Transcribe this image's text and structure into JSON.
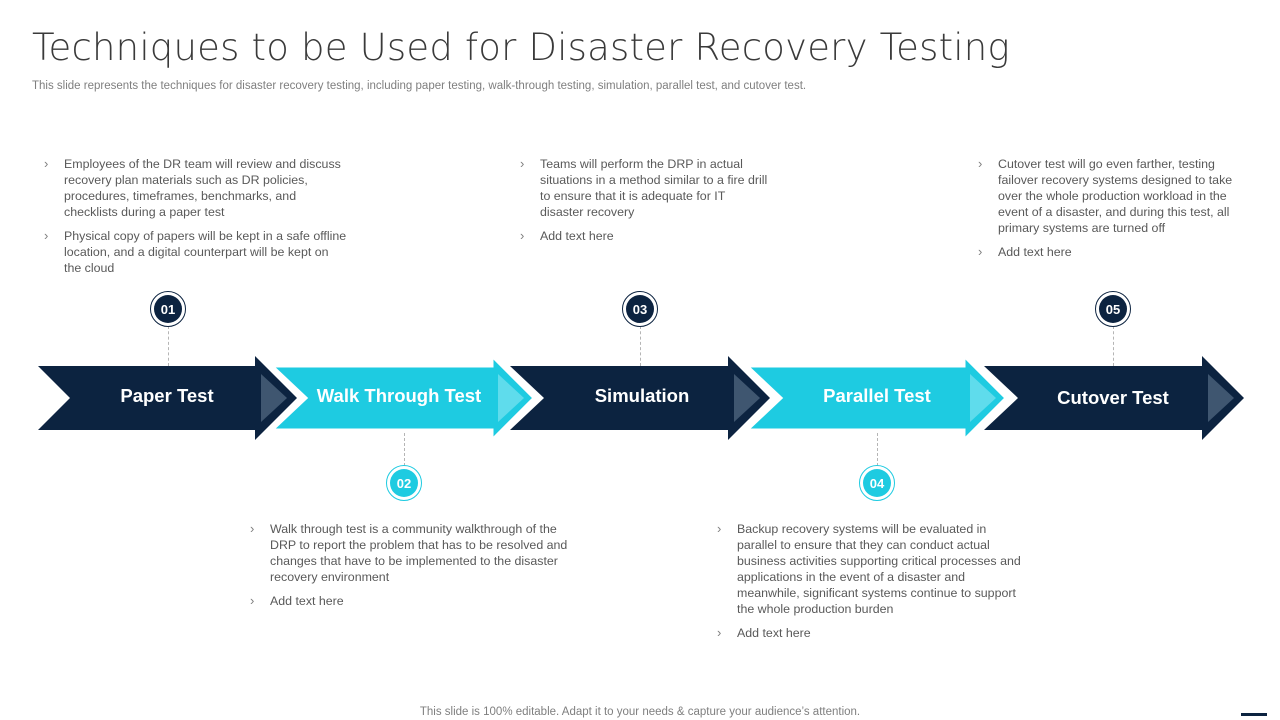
{
  "slide": {
    "title": "Techniques to be Used for Disaster Recovery Testing",
    "subtitle": "This slide represents the techniques for disaster recovery testing, including paper testing, walk-through testing, simulation, parallel test, and cutover test.",
    "footer": "This slide is 100% editable. Adapt it to your needs & capture your audience’s attention."
  },
  "colors": {
    "dark": "#0c2340",
    "cyan": "#1ecbe1",
    "dark_tip": "#3f5670",
    "cyan_tip": "#5fdcec"
  },
  "steps": [
    {
      "number": "01",
      "label": "Paper Test",
      "color": "dark",
      "bullets": [
        "Employees of the DR team will review  and discuss recovery  plan materials such as DR policies, procedures, timeframes, benchmarks, and checklists during a paper test",
        "Physical copy of papers will be kept in a safe offline location, and a digital counterpart will be kept on the cloud"
      ]
    },
    {
      "number": "02",
      "label": "Walk Through Test",
      "color": "cyan",
      "bullets": [
        "Walk through test is a community walkthrough  of the DRP to report  the problem that has to be resolved  and changes that have to be implemented to the disaster recovery  environment",
        "Add text here"
      ]
    },
    {
      "number": "03",
      "label": "Simulation",
      "color": "dark",
      "bullets": [
        "Teams will perform the DRP in actual situations in a method similar to a fire drill to ensure that it is adequate for IT disaster recovery",
        "Add text here"
      ]
    },
    {
      "number": "04",
      "label": "Parallel Test",
      "color": "cyan",
      "bullets": [
        "Backup recovery  systems will be evaluated  in parallel to ensure that they can conduct actual business activities supporting critical processes and applications in the event  of a disaster and meanwhile,  significant  systems continue to support the whole production  burden",
        "Add text here"
      ]
    },
    {
      "number": "05",
      "label": "Cutover Test",
      "color": "dark",
      "bullets": [
        "Cutover  test will go even farther,  testing failover  recovery  systems designed to take over the whole production workload  in the event  of a disaster, and during this test, all primary  systems are turned off",
        "Add text here"
      ]
    }
  ]
}
